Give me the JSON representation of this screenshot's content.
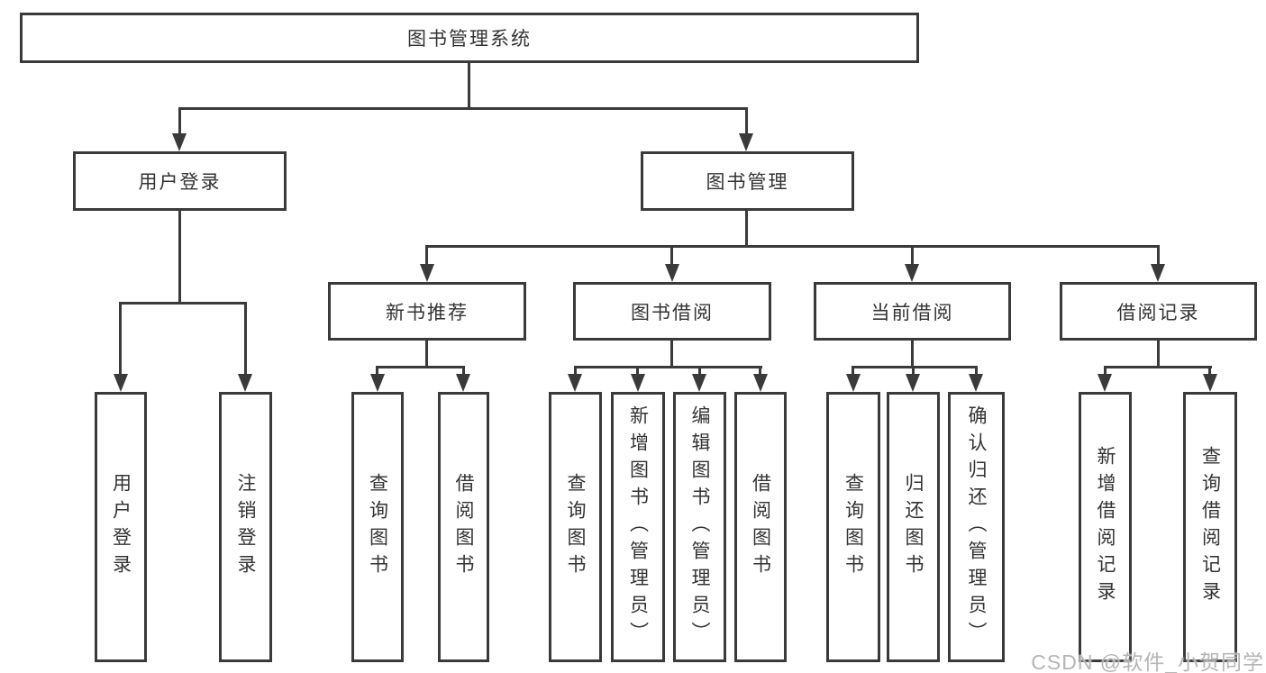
{
  "diagram_title": "图书管理系统",
  "watermark": "CSDN @软件_小贺同学",
  "colors": {
    "line": "#3a3a3a",
    "text": "#333333",
    "background": "#ffffff",
    "watermark": "#b5b5b5"
  },
  "tree": {
    "label": "图书管理系统",
    "children": [
      {
        "label": "用户登录",
        "children": [
          {
            "label": "用户登录"
          },
          {
            "label": "注销登录"
          }
        ]
      },
      {
        "label": "图书管理",
        "children": [
          {
            "label": "新书推荐",
            "children": [
              {
                "label": "查询图书"
              },
              {
                "label": "借阅图书"
              }
            ]
          },
          {
            "label": "图书借阅",
            "children": [
              {
                "label": "查询图书"
              },
              {
                "label": "新增图书（管理员）"
              },
              {
                "label": "编辑图书（管理员）"
              },
              {
                "label": "借阅图书"
              }
            ]
          },
          {
            "label": "当前借阅",
            "children": [
              {
                "label": "查询图书"
              },
              {
                "label": "归还图书"
              },
              {
                "label": "确认归还（管理员）"
              }
            ]
          },
          {
            "label": "借阅记录",
            "children": [
              {
                "label": "新增借阅记录"
              },
              {
                "label": "查询借阅记录"
              }
            ]
          }
        ]
      }
    ]
  }
}
